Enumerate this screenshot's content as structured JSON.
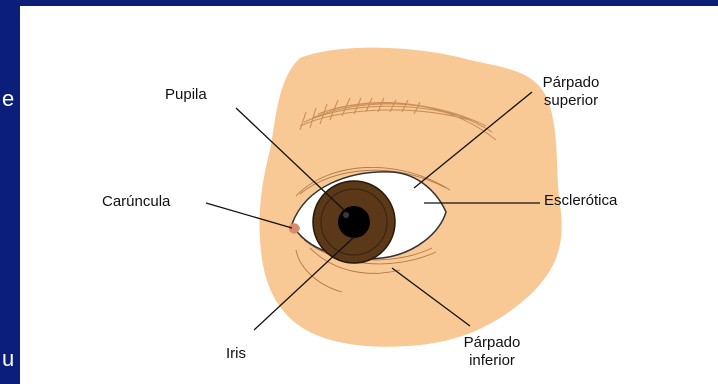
{
  "theme": {
    "frame_color": "#0b1f7a",
    "skin_color": "#f9c995",
    "iris_color": "#5a3818",
    "pupil_color": "#000000",
    "sclera_color": "#ffffff",
    "line_color": "#111111"
  },
  "edge_text": {
    "top_char": "e",
    "bottom_char": "u"
  },
  "diagram": {
    "labels": {
      "pupila": "Pupila",
      "parpado_superior_line1": "Párpado",
      "parpado_superior_line2": "superior",
      "caruncula": "Carúncula",
      "esclerotica": "Esclerótica",
      "iris": "Iris",
      "parpado_inferior_line1": "Párpado",
      "parpado_inferior_line2": "inferior"
    }
  }
}
